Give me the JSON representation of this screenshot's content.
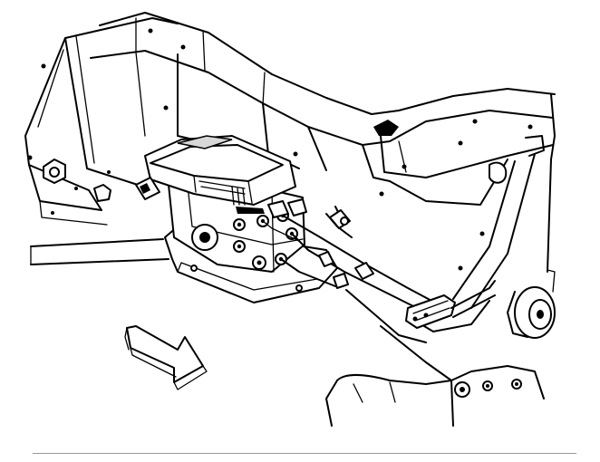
{
  "figure": {
    "kind": "line-art technical illustration",
    "subject_components": [
      "frame-rail",
      "abs-modulator-assembly",
      "brake-lines",
      "bracket",
      "direction-arrow"
    ],
    "colors": {
      "ink": "#000000",
      "paper": "#ffffff",
      "rule": "#9a9a9a"
    },
    "labels": []
  }
}
